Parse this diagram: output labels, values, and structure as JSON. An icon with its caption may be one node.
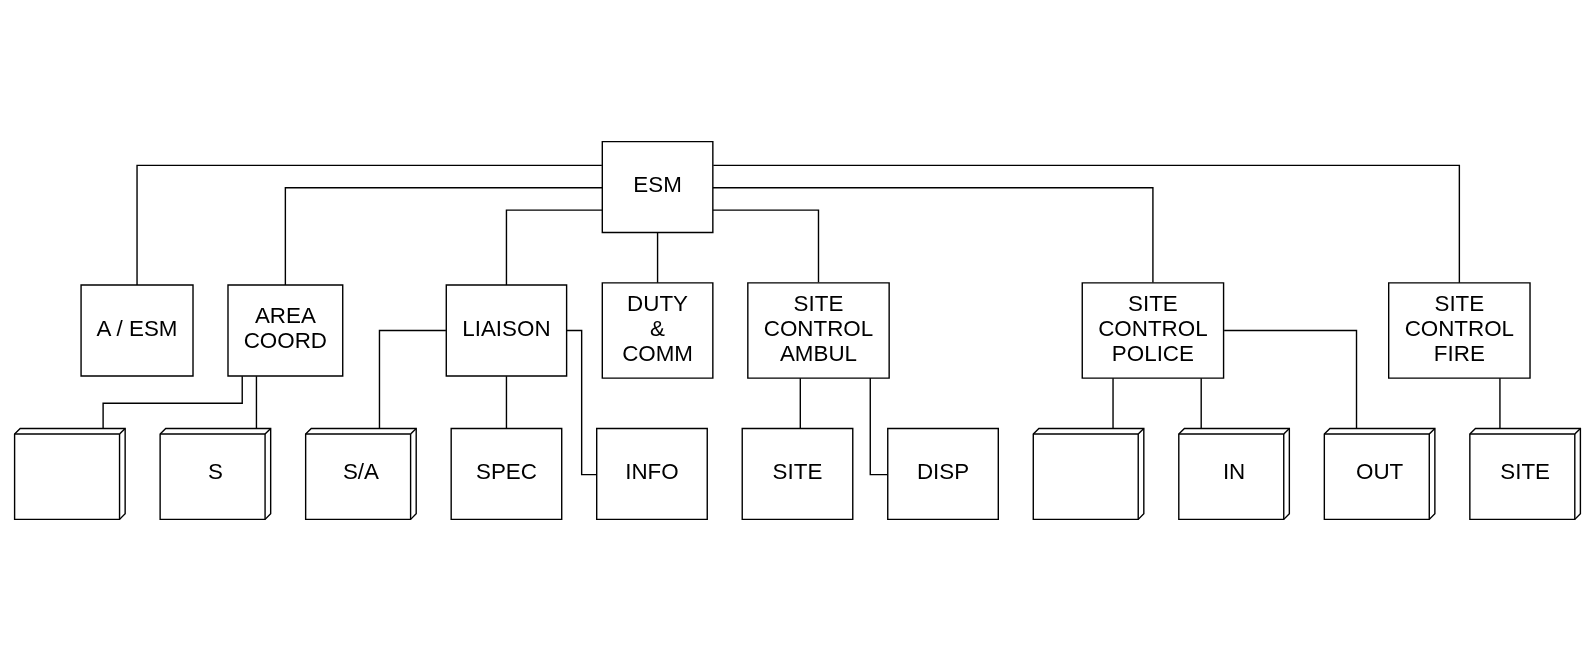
{
  "diagram": {
    "nodes": [
      {
        "text": [
          "ESM"
        ]
      },
      {
        "text": [
          "A / ESM"
        ]
      },
      {
        "text": [
          "AREA COORD"
        ]
      },
      {
        "text": [
          "LIAISON"
        ]
      },
      {
        "text": [
          "DUTY & COMM"
        ]
      },
      {
        "text": [
          "SITE CONTROL AMBUL"
        ]
      },
      {
        "text": [
          "SITE CONTROL POLICE"
        ]
      },
      {
        "text": [
          "SITE CONTROL FIRE"
        ]
      },
      {
        "text": [],
        "shape": "box"
      },
      {
        "text": [
          "S"
        ]
      },
      {
        "text": [
          "S/A"
        ]
      },
      {
        "text": [
          "SPEC"
        ]
      },
      {
        "text": [
          "INFO"
        ]
      },
      {
        "text": [
          "SITE"
        ]
      },
      {
        "text": [
          "DISP"
        ]
      },
      {
        "text": [],
        "shape": "box"
      },
      {
        "text": [
          "IN"
        ]
      },
      {
        "text": [
          "OUT"
        ]
      },
      {
        "text": [
          "SITE"
        ]
      }
    ],
    "edges": [
      {
        "from": 0,
        "to": 1,
        "arrow": "none"
      },
      {
        "from": 0,
        "to": 2,
        "arrow": "none"
      },
      {
        "from": 0,
        "to": 3,
        "arrow": "none"
      },
      {
        "from": 0,
        "to": 4,
        "arrow": "none"
      },
      {
        "from": 0,
        "to": 5,
        "arrow": "none"
      },
      {
        "from": 0,
        "to": 6,
        "arrow": "none"
      },
      {
        "from": 0,
        "to": 7,
        "arrow": "none"
      },
      {
        "from": 2,
        "to": 8,
        "arrow": "none"
      },
      {
        "from": 2,
        "to": 9,
        "arrow": "none"
      },
      {
        "from": 3,
        "to": 10,
        "arrow": "none"
      },
      {
        "from": 3,
        "to": 11,
        "arrow": "none"
      },
      {
        "from": 3,
        "to": 12,
        "arrow": "none"
      },
      {
        "from": 5,
        "to": 13,
        "arrow": "none"
      },
      {
        "from": 5,
        "to": 14,
        "arrow": "none"
      },
      {
        "from": 6,
        "to": 15,
        "arrow": "none"
      },
      {
        "from": 6,
        "to": 16,
        "arrow": "none"
      },
      {
        "from": 6,
        "to": 17,
        "arrow": "none"
      },
      {
        "from": 7,
        "to": 18,
        "arrow": "none"
      }
    ]
  }
}
